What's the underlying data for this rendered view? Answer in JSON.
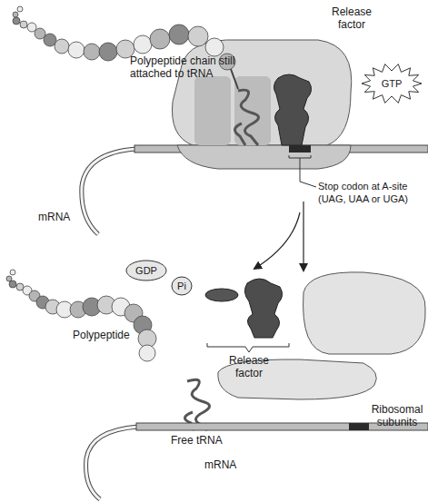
{
  "diagram": {
    "nodes": [
      {
        "text": [
          "GTP"
        ]
      },
      {
        "text": [
          "GDP"
        ]
      },
      {
        "text": [
          "Pi"
        ]
      }
    ],
    "labels": [
      "Polypeptide chain still attached to tRNA",
      "Release factor",
      "mRNA",
      "Stop codon at A-site (UAG, UAA or UGA)",
      "Polypeptide",
      "Release factor",
      "Free tRNA",
      "Ribosomal subunits",
      "mRNA"
    ]
  }
}
